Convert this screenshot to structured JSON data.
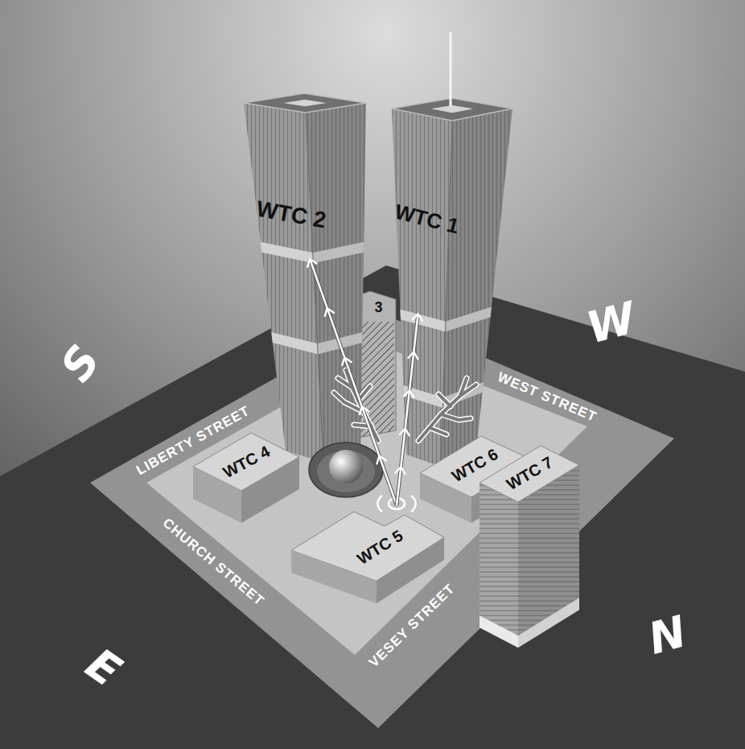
{
  "diagram": {
    "nodes": [
      {
        "text": [
          "WTC 2"
        ]
      },
      {
        "text": [
          "WTC 1"
        ]
      },
      {
        "text": [
          "3"
        ]
      },
      {
        "text": [
          "WTC 4"
        ]
      },
      {
        "text": [
          "WTC 6"
        ]
      },
      {
        "text": [
          "WTC 7"
        ]
      },
      {
        "text": [
          "WTC 5"
        ]
      }
    ],
    "edges": [
      {
        "from": 6,
        "to": 0,
        "arrow": "to"
      },
      {
        "from": 6,
        "to": 1,
        "arrow": "to"
      }
    ],
    "labels": [
      "W",
      "S",
      "LIBERTY STREET",
      "WEST STREET",
      "CHURCH STREET",
      "VESEY STREET",
      "N",
      "E"
    ]
  }
}
